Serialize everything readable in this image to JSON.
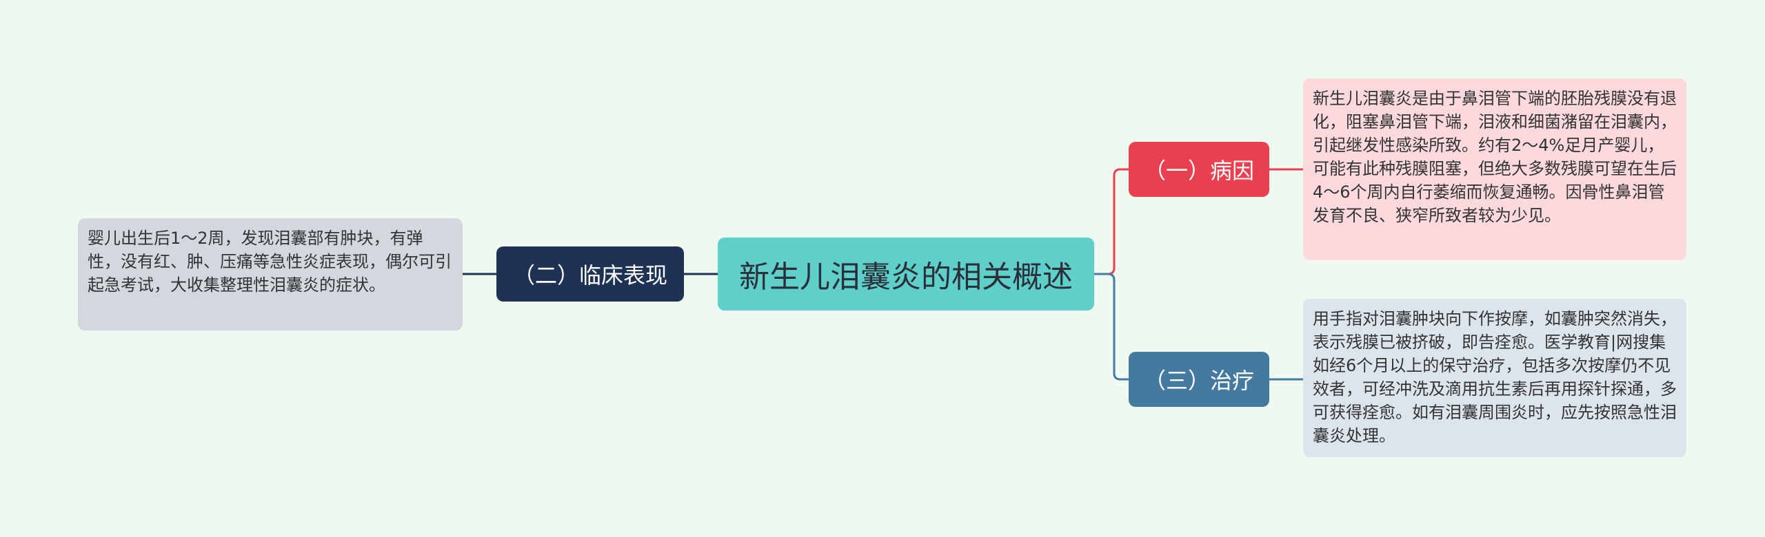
{
  "root": {
    "label": "新生儿泪囊炎的相关概述"
  },
  "branches": [
    {
      "label": "（一）病因",
      "text": "新生儿泪囊炎是由于鼻泪管下端的胚胎残膜没有退化，阻塞鼻泪管下端，泪液和细菌潴留在泪囊内，引起继发性感染所致。约有2～4%足月产婴儿，可能有此种残膜阻塞，但绝大多数残膜可望在生后4～6个周内自行萎缩而恢复通畅。因骨性鼻泪管发育不良、狭窄所致者较为少见。"
    },
    {
      "label": "（二）临床表现",
      "text": "婴儿出生后1～2周，发现泪囊部有肿块，有弹性，没有红、肿、压痛等急性炎症表现，偶尔可引起急考试，大收集整理性泪囊炎的症状。"
    },
    {
      "label": "（三）治疗",
      "text": "用手指对泪囊肿块向下作按摩，如囊肿突然消失，表示残膜已被挤破，即告痊愈。医学教育|网搜集如经6个月以上的保守治疗，包括多次按摩仍不见效者，可经冲洗及滴用抗生素后再用探针探通，多可获得痊愈。如有泪囊周围炎时，应先按照急性泪囊炎处理。"
    }
  ],
  "colors": {
    "background": "#f0f9ef",
    "root": "#5fcfca",
    "branch1": "#e8404f",
    "branch2": "#1e3354",
    "branch3": "#457aa0",
    "leaf1": "#fbd9dc",
    "leaf2": "#d3d8de",
    "leaf3": "#dde5ec"
  }
}
